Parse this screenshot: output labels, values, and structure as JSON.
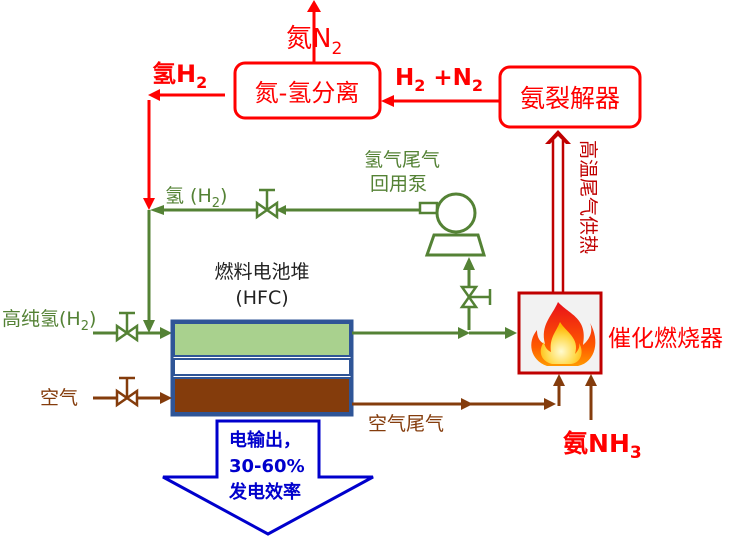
{
  "colors": {
    "hydrogen_red": "#ff0000",
    "pipe_green": "#548235",
    "air_brown": "#843c0c",
    "heat_darkred": "#c00000",
    "stack_border": "#2f5597",
    "stack_anode": "#a9d18e",
    "stack_cathode": "#843c0c",
    "output_blue": "#0000cc"
  },
  "nodes": {
    "separator": {
      "label": "氮-氢分离"
    },
    "cracker": {
      "label": "氨裂解器"
    },
    "fuel_cell": {
      "title": "燃料电池堆",
      "subtitle": "(HFC)"
    },
    "burner": {
      "label": "催化燃烧器"
    },
    "pump": {
      "label_line1": "氢气尾气",
      "label_line2": "回用泵"
    }
  },
  "flows": {
    "nitrogen_out": {
      "prefix": "氮",
      "base": "N",
      "sub": "2"
    },
    "hydrogen_out": {
      "prefix": "氢",
      "base": "H",
      "sub": "2"
    },
    "cracked_gas": {
      "h": "H",
      "h_sub": "2",
      "plus": " +",
      "n": "N",
      "n_sub": "2"
    },
    "recycled_h2": {
      "prefix": "氢 (H",
      "sub": "2",
      "suffix": ")"
    },
    "pure_h2": {
      "prefix": "高纯氢(H",
      "sub": "2",
      "suffix": ")"
    },
    "air_in": {
      "label": "空气"
    },
    "air_exhaust": {
      "label": "空气尾气"
    },
    "ammonia_in": {
      "prefix": "氨",
      "base": "NH",
      "sub": "3"
    },
    "heat_supply": {
      "label": "高温尾气供热"
    }
  },
  "output": {
    "line1": "电输出，",
    "line2": "30-60%",
    "line3": "发电效率"
  }
}
